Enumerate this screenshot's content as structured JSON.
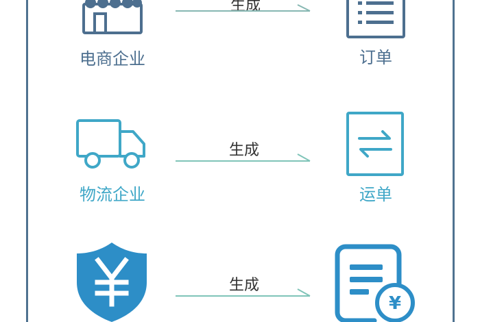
{
  "colors": {
    "frame": "#4f7290",
    "row1": "#4d6f8f",
    "row2": "#3fa7c7",
    "row3": "#2d8ec7",
    "arrow_row1": "#86b7b2",
    "arrow_row2": "#7fc4b8",
    "arrow_row3": "#7fc4b8"
  },
  "rows": [
    {
      "left_label": "电商企业",
      "left_icon": "store-icon",
      "arrow_label": "生成",
      "right_label": "订单",
      "right_icon": "order-list-icon"
    },
    {
      "left_label": "物流企业",
      "left_icon": "truck-icon",
      "arrow_label": "生成",
      "right_label": "运单",
      "right_icon": "exchange-arrows-icon"
    },
    {
      "left_label": "",
      "left_icon": "yuan-shield-icon",
      "arrow_label": "生成",
      "right_label": "",
      "right_icon": "yuan-document-icon"
    }
  ]
}
